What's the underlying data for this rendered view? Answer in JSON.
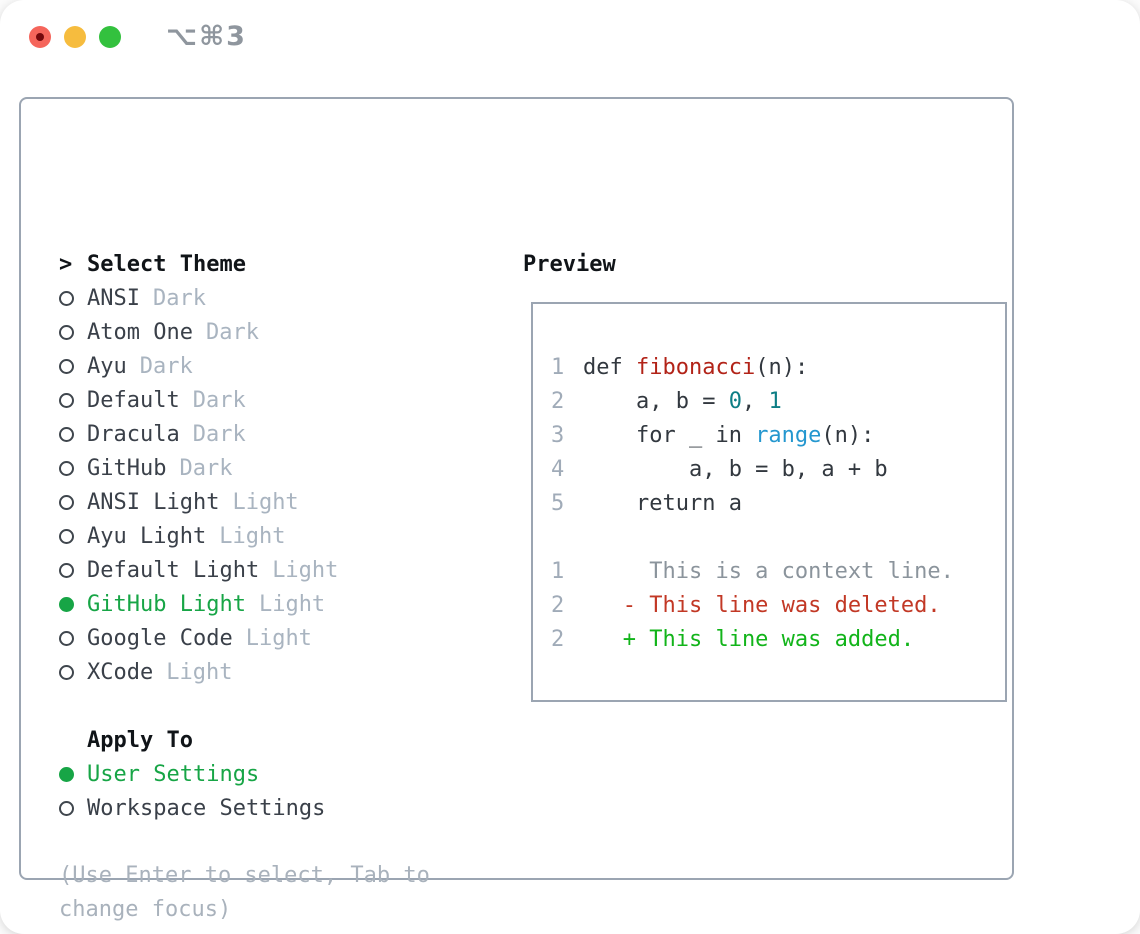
{
  "window": {
    "shortcut_label": "⌥⌘3",
    "traffic_lights": [
      "close",
      "minimize",
      "zoom"
    ]
  },
  "theme_panel": {
    "header_prefix": ">",
    "header": "Select Theme",
    "items": [
      {
        "name": "ANSI",
        "variant": "Dark",
        "selected": false
      },
      {
        "name": "Atom One",
        "variant": "Dark",
        "selected": false
      },
      {
        "name": "Ayu",
        "variant": "Dark",
        "selected": false
      },
      {
        "name": "Default",
        "variant": "Dark",
        "selected": false
      },
      {
        "name": "Dracula",
        "variant": "Dark",
        "selected": false
      },
      {
        "name": "GitHub",
        "variant": "Dark",
        "selected": false
      },
      {
        "name": "ANSI Light",
        "variant": "Light",
        "selected": false
      },
      {
        "name": "Ayu Light",
        "variant": "Light",
        "selected": false
      },
      {
        "name": "Default Light",
        "variant": "Light",
        "selected": false
      },
      {
        "name": "GitHub Light",
        "variant": "Light",
        "selected": true
      },
      {
        "name": "Google Code",
        "variant": "Light",
        "selected": false
      },
      {
        "name": "XCode",
        "variant": "Light",
        "selected": false
      }
    ],
    "apply_header": "Apply To",
    "apply_items": [
      {
        "name": "User Settings",
        "selected": true
      },
      {
        "name": "Workspace Settings",
        "selected": false
      }
    ],
    "help_line1": "(Use Enter to select, Tab to",
    "help_line2": "change focus)"
  },
  "preview": {
    "header": "Preview",
    "code_lines": [
      {
        "num": "1",
        "segments": [
          {
            "t": "def ",
            "c": "code"
          },
          {
            "t": "fibonacci",
            "c": "func"
          },
          {
            "t": "(n):",
            "c": "code"
          }
        ]
      },
      {
        "num": "2",
        "segments": [
          {
            "t": "    a, b = ",
            "c": "code"
          },
          {
            "t": "0",
            "c": "num"
          },
          {
            "t": ", ",
            "c": "code"
          },
          {
            "t": "1",
            "c": "num"
          }
        ]
      },
      {
        "num": "3",
        "segments": [
          {
            "t": "    for _ in ",
            "c": "code"
          },
          {
            "t": "range",
            "c": "builtin"
          },
          {
            "t": "(n):",
            "c": "code"
          }
        ]
      },
      {
        "num": "4",
        "segments": [
          {
            "t": "        a, b = b, a + b",
            "c": "code"
          }
        ]
      },
      {
        "num": "5",
        "segments": [
          {
            "t": "    return a",
            "c": "code"
          }
        ]
      },
      {
        "num": "",
        "segments": []
      },
      {
        "num": "1",
        "segments": [
          {
            "t": "     This is a context line.",
            "c": "context"
          }
        ]
      },
      {
        "num": "2",
        "segments": [
          {
            "t": "   - This line was deleted.",
            "c": "deleted"
          }
        ]
      },
      {
        "num": "2",
        "segments": [
          {
            "t": "   + This line was added.",
            "c": "added"
          }
        ]
      }
    ]
  },
  "colors": {
    "selection_green": "#17a546",
    "code_default": "#32383f",
    "function_red": "#b22318",
    "number_teal": "#0d7e85",
    "builtin_blue": "#2497cf",
    "context_gray": "#8b949c",
    "diff_deleted_red": "#c23825",
    "diff_added_green": "#12b41a",
    "variant_gray": "#a9b4c0",
    "help_gray": "#a9b2bc",
    "panel_border": "#9ba5b2",
    "traffic_close": "#f5655b",
    "traffic_minimize": "#f6bc3e",
    "traffic_zoom": "#33c13e"
  }
}
